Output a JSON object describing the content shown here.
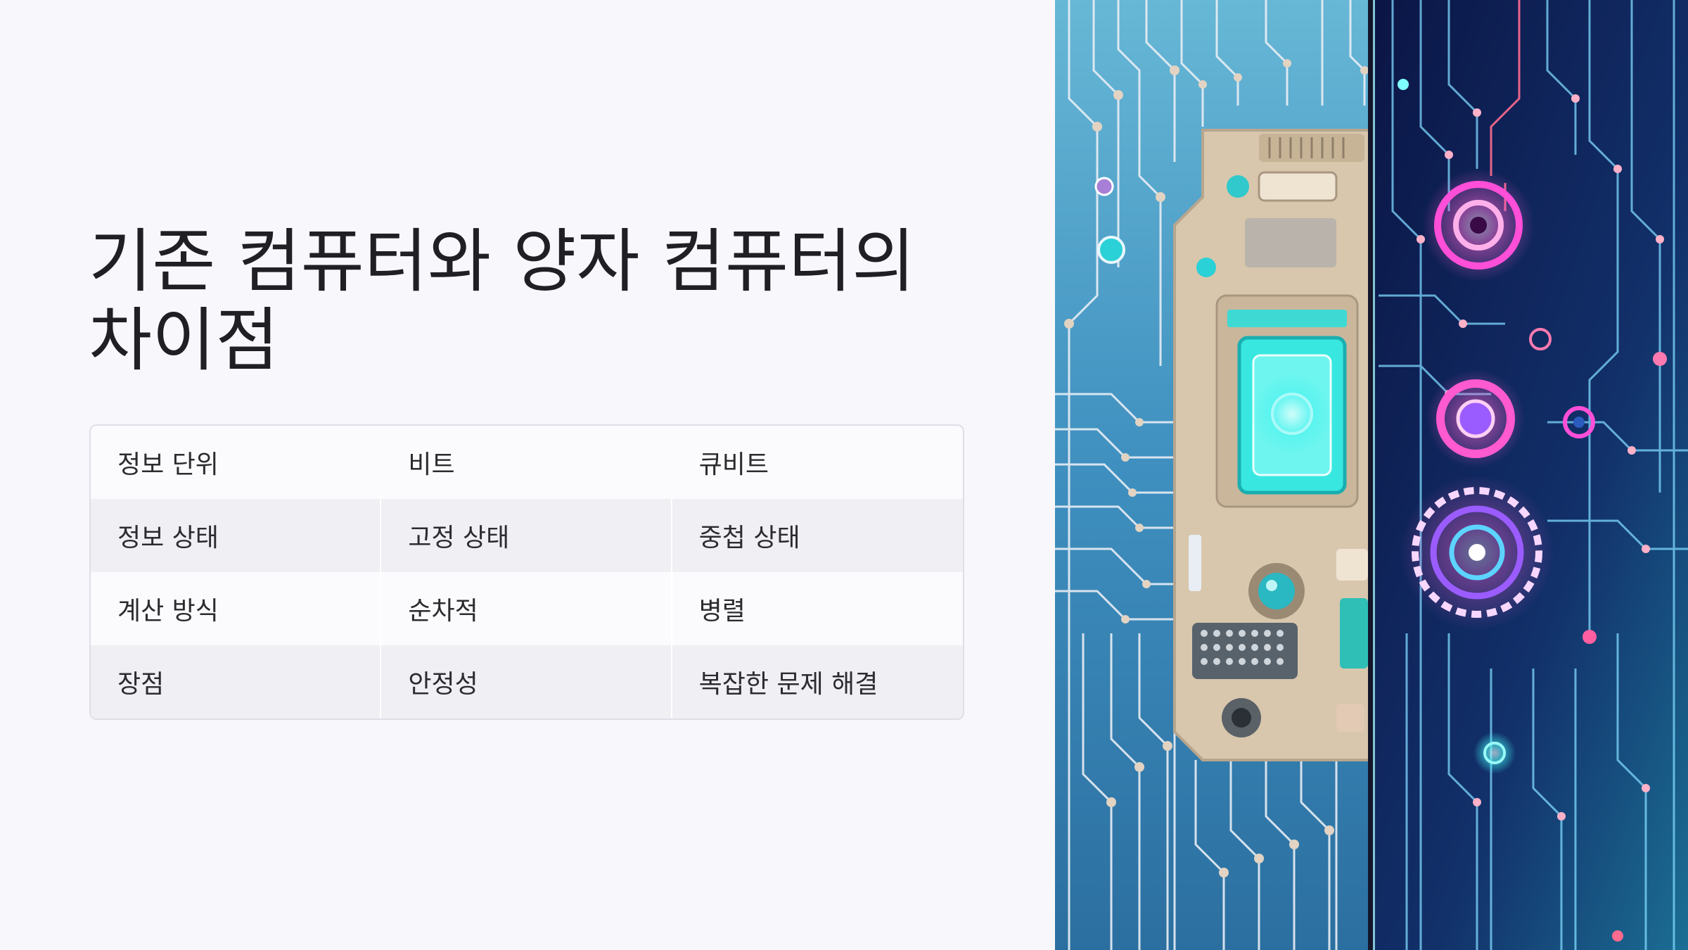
{
  "slide": {
    "title": "기존 컴퓨터와 양자 컴퓨터의 차이점"
  },
  "table": {
    "rows": [
      [
        "정보 단위",
        "비트",
        "큐비트"
      ],
      [
        "정보 상태",
        "고정 상태",
        "중첩 상태"
      ],
      [
        "계산 방식",
        "순차적",
        "병렬"
      ],
      [
        "장점",
        "안정성",
        "복잡한 문제 해결"
      ]
    ]
  },
  "illustration": {
    "icon": "circuit-board-chip-illustration",
    "colors": {
      "classical_bg": "#3e8fbf",
      "quantum_bg": "#0d1b4a",
      "chip_body": "#d8c7ad",
      "screen": "#38e8e0",
      "neon_pink": "#ff4fd8",
      "neon_purple": "#9b5cff"
    }
  }
}
